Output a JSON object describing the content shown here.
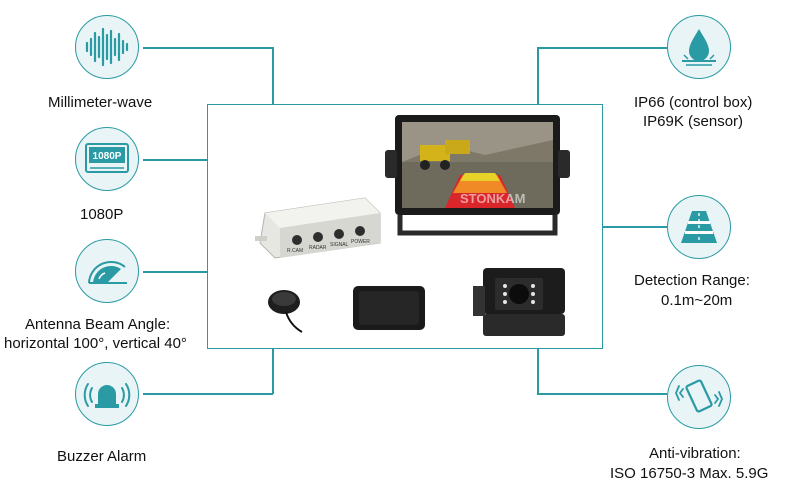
{
  "features": {
    "millimeter_wave": {
      "label": "Millimeter-wave",
      "icon": "waveform-icon"
    },
    "resolution": {
      "label": "1080P",
      "icon": "monitor-1080p-icon",
      "badge": "1080P"
    },
    "antenna": {
      "line1": "Antenna Beam Angle:",
      "line2": "horizontal 100°, vertical 40°",
      "icon": "beam-angle-icon"
    },
    "buzzer": {
      "label": "Buzzer Alarm",
      "icon": "alarm-icon"
    },
    "waterproof": {
      "line1": "IP66 (control box)",
      "line2": "IP69K (sensor)",
      "icon": "water-drop-icon"
    },
    "detection": {
      "line1": "Detection Range:",
      "line2": "0.1m~20m",
      "icon": "road-range-icon"
    },
    "vibration": {
      "line1": "Anti-vibration:",
      "line2": "ISO 16750-3 Max. 5.9G",
      "icon": "vibrating-phone-icon"
    }
  },
  "products": {
    "monitor_watermark": "STONKAM",
    "control_box_ports": [
      "R.CAM",
      "RADAR",
      "SIGNAL",
      "POWER"
    ]
  },
  "colors": {
    "accent": "#2a9aa5",
    "circle_fill": "#e8f4f6",
    "detection_fill": "#1f8b97"
  }
}
